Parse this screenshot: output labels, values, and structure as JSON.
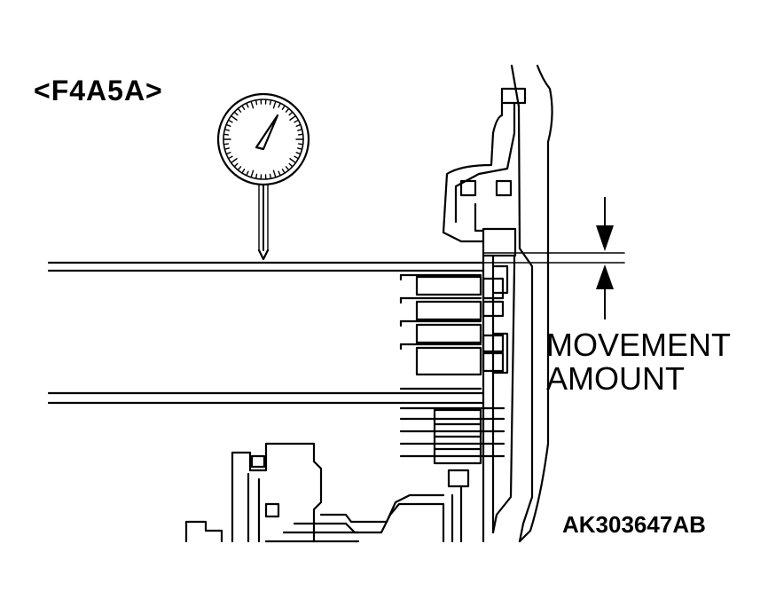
{
  "labels": {
    "model": "<F4A5A>",
    "movement_line1": "MOVEMENT",
    "movement_line2": "AMOUNT",
    "figure_code": "AK303647AB"
  },
  "colors": {
    "ink": "#000000",
    "paper": "#ffffff"
  },
  "icons": {
    "dial_gauge": "dial-indicator-icon",
    "arrow_down": "arrow-down-icon",
    "arrow_up": "arrow-up-icon"
  }
}
